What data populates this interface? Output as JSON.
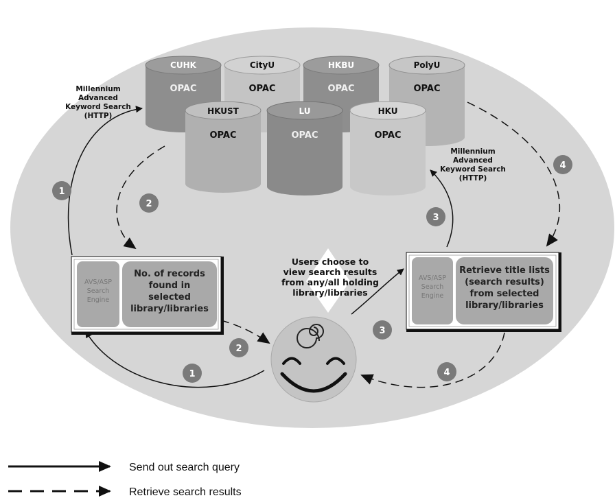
{
  "databases": [
    {
      "name": "CUHK",
      "opac": "OPAC"
    },
    {
      "name": "CityU",
      "opac": "OPAC"
    },
    {
      "name": "HKBU",
      "opac": "OPAC"
    },
    {
      "name": "PolyU",
      "opac": "OPAC"
    },
    {
      "name": "HKUST",
      "opac": "OPAC"
    },
    {
      "name": "LU",
      "opac": "OPAC"
    },
    {
      "name": "HKU",
      "opac": "OPAC"
    }
  ],
  "search_note_left": [
    "Millennium",
    "Advanced",
    "Keyword Search",
    "(HTTP)"
  ],
  "search_note_right": [
    "Millennium",
    "Advanced",
    "Keyword Search",
    "(HTTP)"
  ],
  "left_box": {
    "engine": [
      "AVS/ASP",
      "Search",
      "Engine"
    ],
    "text": [
      "No. of records",
      "found in",
      "selected",
      "library/libraries"
    ]
  },
  "right_box": {
    "engine": [
      "AVS/ASP",
      "Search",
      "Engine"
    ],
    "text": [
      "Retrieve title lists",
      "(search results)",
      "from selected",
      "library/libraries"
    ]
  },
  "user_text": [
    "Users choose to",
    "view search results",
    "from any/all holding",
    "library/libraries"
  ],
  "steps": {
    "s1_top": "1",
    "s2_top": "2",
    "s3_top": "3",
    "s4_top": "4",
    "s1_bottom": "1",
    "s2_bottom": "2",
    "s3_bottom": "3",
    "s4_bottom": "4"
  },
  "legend": {
    "send": "Send out search query",
    "retrieve": "Retrieve search results"
  },
  "colors": {
    "ellipse": "#d6d6d6",
    "db_dark": "#8e8e8e",
    "db_medium": "#a9a9a9",
    "db_light": "#c4c4c4",
    "badge": "#7a7a7a"
  }
}
